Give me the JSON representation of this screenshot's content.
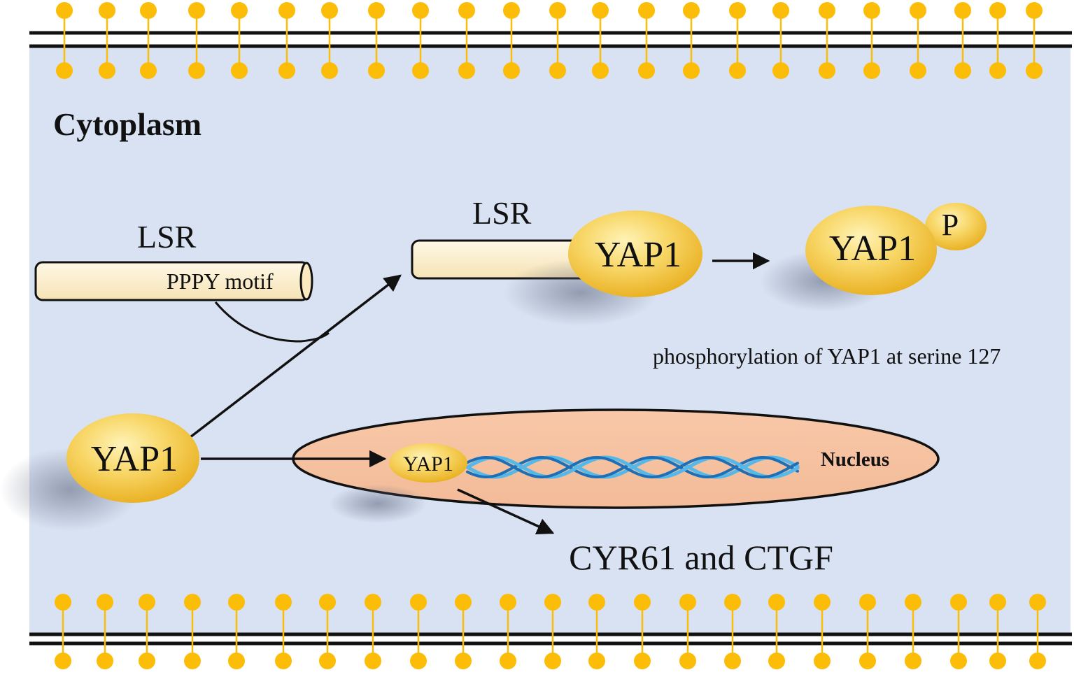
{
  "labels": {
    "cytoplasm": "Cytoplasm",
    "lsr_free": "LSR",
    "pppy_motif": "PPPY motif",
    "lsr_bound": "LSR",
    "yap1_bound": "YAP1",
    "yap1_phos": "YAP1",
    "phospho_p": "P",
    "phosphorylation_note": "phosphorylation of YAP1 at serine 127",
    "yap1_free": "YAP1",
    "yap1_nuclear": "YAP1",
    "nucleus": "Nucleus",
    "targets": "CYR61 and CTGF"
  },
  "colors": {
    "cytoplasm_bg": "#d9e2f2",
    "lipid_head": "#fbbd08",
    "yap1_fill": "#f7d05c",
    "lsr_fill": "#fdeec9",
    "nucleus_fill": "#f6c3a3",
    "dna_dark": "#1e6fb5",
    "dna_light": "#56b8e8"
  }
}
